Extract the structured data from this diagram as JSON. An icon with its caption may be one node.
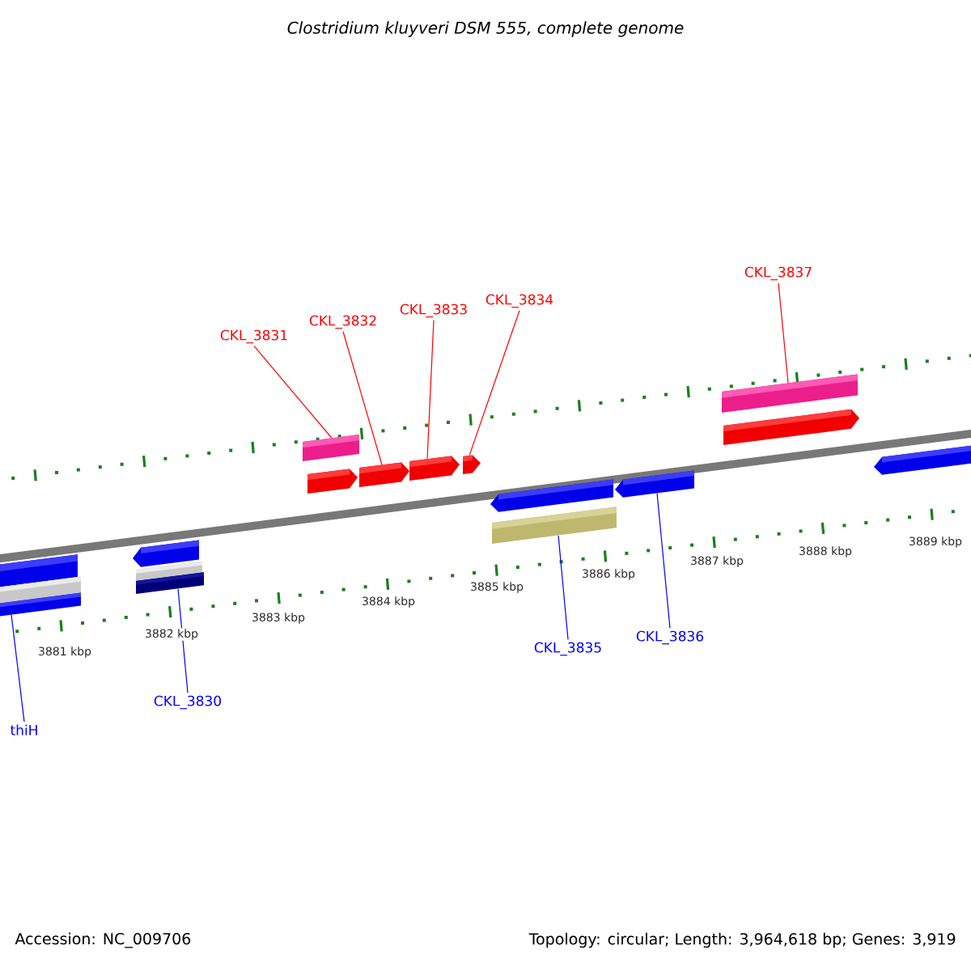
{
  "diagram": {
    "title": "Clostridium kluyveri DSM 555, complete genome",
    "nodes": [
      {
        "text": [
          "CKL_3831"
        ]
      },
      {
        "text": [
          "CKL_3832"
        ]
      },
      {
        "text": [
          "CKL_3833"
        ]
      },
      {
        "text": [
          "CKL_3834"
        ]
      },
      {
        "text": [
          "CKL_3837"
        ]
      },
      {
        "text": [
          "thiH"
        ]
      },
      {
        "text": [
          "CKL_3830"
        ]
      },
      {
        "text": [
          "CKL_3835"
        ]
      },
      {
        "text": [
          "CKL_3836"
        ]
      },
      {
        "text": [],
        "shape": "bar"
      },
      {
        "text": [],
        "shape": "bar"
      },
      {
        "text": [],
        "shape": "bar"
      },
      {
        "text": [],
        "shape": "bar"
      },
      {
        "text": [],
        "shape": "bar"
      },
      {
        "text": [],
        "shape": "bar"
      },
      {
        "text": [],
        "shape": "bar"
      },
      {
        "text": [],
        "shape": "bar"
      },
      {
        "text": [],
        "shape": "bar"
      },
      {
        "text": [],
        "shape": "bar"
      },
      {
        "text": [],
        "shape": "bar"
      },
      {
        "text": [],
        "shape": "bar"
      },
      {
        "text": [],
        "shape": "bar"
      },
      {
        "text": [],
        "shape": "bar"
      },
      {
        "text": [],
        "shape": "bar"
      },
      {
        "text": [],
        "shape": "bar"
      },
      {
        "text": [],
        "shape": "bar"
      }
    ],
    "edges": [
      {
        "from": 0,
        "to": 15,
        "arrow": "none"
      },
      {
        "from": 1,
        "to": 17,
        "arrow": "none"
      },
      {
        "from": 2,
        "to": 18,
        "arrow": "none"
      },
      {
        "from": 3,
        "to": 19,
        "arrow": "none"
      },
      {
        "from": 4,
        "to": 23,
        "arrow": "none"
      },
      {
        "from": 5,
        "to": 11,
        "arrow": "none",
        "color": "#0000ff"
      },
      {
        "from": 6,
        "to": 14,
        "arrow": "none",
        "color": "#0000ff"
      },
      {
        "from": 7,
        "to": 21,
        "arrow": "none",
        "color": "#0000ff"
      },
      {
        "from": 8,
        "to": 22,
        "arrow": "none",
        "color": "#0000ff"
      }
    ],
    "labels": [
      "3881 kbp",
      "3882 kbp",
      "3883 kbp",
      "3884 kbp",
      "3885 kbp",
      "3886 kbp",
      "3887 kbp",
      "3888 kbp",
      "3889 kbp",
      "Accession: NC_009706",
      "Topology: circular; Length: 3,964,618 bp; Genes: 3,919"
    ]
  }
}
